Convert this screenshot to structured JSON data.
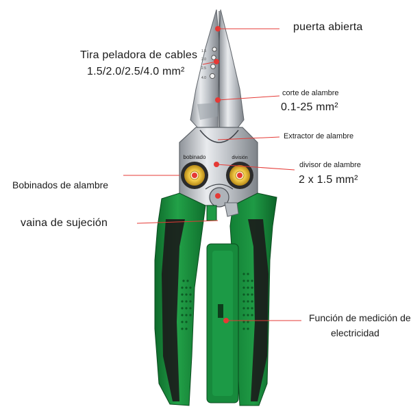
{
  "labels": {
    "puerta_abierta": "puerta abierta",
    "tira_peladora_title": "Tira peladora de cables",
    "tira_peladora_sizes": "1.5/2.0/2.5/4.0 mm²",
    "corte_title": "corte de alambre",
    "corte_range": "0.1-25 mm²",
    "extractor": "Extractor de alambre",
    "divisor_title": "divisor de alambre",
    "divisor_value": "2 x 1.5 mm²",
    "bobinados": "Bobinados de alambre",
    "vaina": "vaina de sujeción",
    "funcion_line1": "Función de medición de",
    "funcion_line2": "electricidad"
  },
  "tool_text": {
    "bobinado": "bobinado",
    "division": "división"
  },
  "colors": {
    "marker_red": "#e53935",
    "leader_red": "#e53935",
    "handle_green": "#1a8a3c",
    "handle_black": "#1b1b1b",
    "steel": "#c9ccd0",
    "ring_gold": "#e2b431"
  }
}
